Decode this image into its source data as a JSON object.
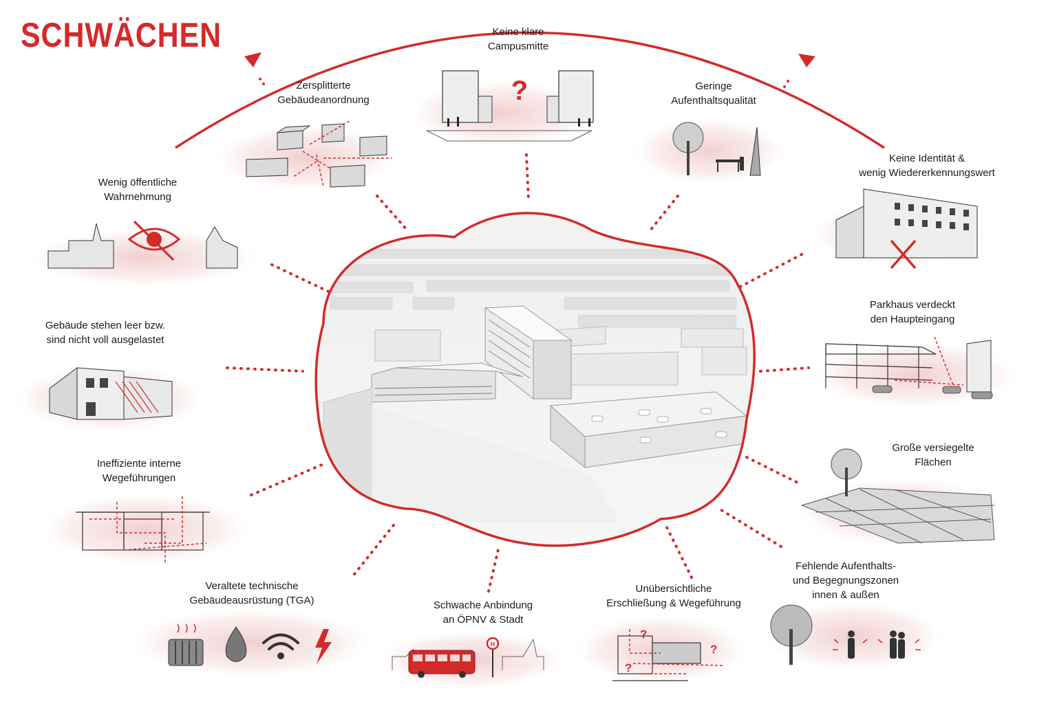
{
  "title": "SCHWÄCHEN",
  "colors": {
    "accent": "#d42a2a",
    "wash": "#f3d6d6",
    "ink": "#2a2a2a"
  },
  "center_image": "aerial-campus-model",
  "items": [
    {
      "id": "campusmitte",
      "line1": "Keine klare",
      "line2": "Campusmitte",
      "icon": "empty-square-icon"
    },
    {
      "id": "gebaeudeanordnung",
      "line1": "Zersplitterte",
      "line2": "Gebäudeanordnung",
      "icon": "scattered-blocks-icon"
    },
    {
      "id": "aufenthaltsqualitaet",
      "line1": "Geringe",
      "line2": "Aufenthaltsqualität",
      "icon": "tree-bench-icon"
    },
    {
      "id": "wahrnehmung",
      "line1": "Wenig öffentliche",
      "line2": "Wahrnehmung",
      "icon": "crossed-eye-icon"
    },
    {
      "id": "identitaet",
      "line1": "Keine Identität &",
      "line2": "wenig Wiedererkennungswert",
      "icon": "plain-building-icon"
    },
    {
      "id": "leerstand",
      "line1": "Gebäude stehen leer bzw.",
      "line2": "sind nicht voll ausgelastet",
      "icon": "empty-building-icon"
    },
    {
      "id": "parkhaus",
      "line1": "Parkhaus verdeckt",
      "line2": "den Haupteingang",
      "icon": "parking-garage-icon"
    },
    {
      "id": "wegefuehrungen",
      "line1": "Ineffiziente interne",
      "line2": "Wegeführungen",
      "icon": "floorplan-arrows-icon"
    },
    {
      "id": "versiegelung",
      "line1": "Große versiegelte",
      "line2": "Flächen",
      "icon": "paved-grid-icon"
    },
    {
      "id": "tga",
      "line1": "Veraltete technische",
      "line2": "Gebäudeausrüstung (TGA)",
      "icon": "utilities-icon"
    },
    {
      "id": "oepnv",
      "line1": "Schwache Anbindung",
      "line2": "an ÖPNV & Stadt",
      "icon": "bus-stop-icon"
    },
    {
      "id": "erschliessung",
      "line1": "Unübersichtliche",
      "line2": "Erschließung & Wegeführung",
      "icon": "confusing-plan-icon"
    },
    {
      "id": "begegnungszonen",
      "line1": "Fehlende Aufenthalts-",
      "line2": "und Begegnungszonen",
      "line3": "innen & außen",
      "icon": "people-tree-icon"
    }
  ]
}
